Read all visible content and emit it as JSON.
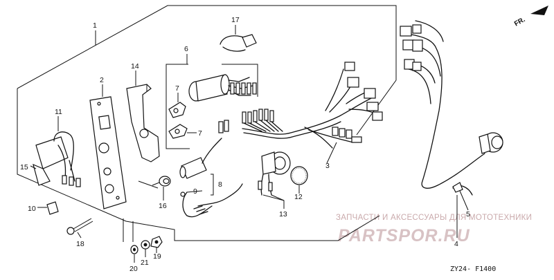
{
  "diagram": {
    "callouts": {
      "n1": "1",
      "n2": "2",
      "n3": "3",
      "n4": "4",
      "n5": "5",
      "n6": "6",
      "n7a": "7",
      "n7b": "7",
      "n8": "8",
      "n9": "9",
      "n10": "10",
      "n11": "11",
      "n12": "12",
      "n13": "13",
      "n14": "14",
      "n15": "15",
      "n16": "16",
      "n17": "17",
      "n18": "18",
      "n19": "19",
      "n20": "20",
      "n21": "21"
    },
    "direction_label": "FR.",
    "figure_code": "ZY24- F1400"
  },
  "watermark": {
    "line1": "ЗАПЧАСТИ И АКСЕССУАРЫ ДЛЯ МОТОТЕХНИКИ",
    "line2": "PARTSPOR.RU"
  }
}
